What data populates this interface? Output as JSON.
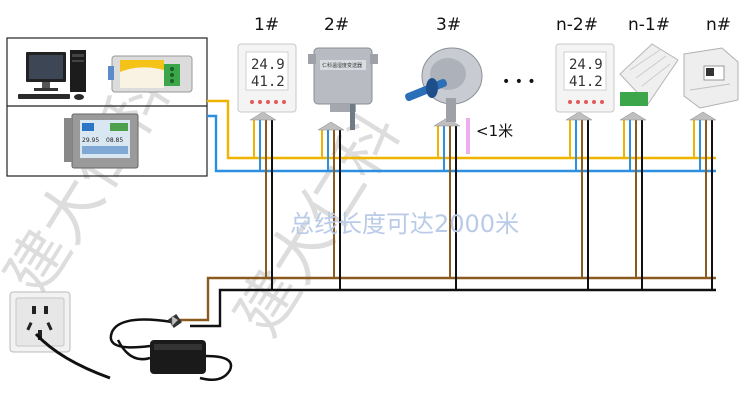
{
  "devices": [
    {
      "label": "1#",
      "kind": "display-sensor",
      "reading_top": "24.9",
      "reading_bottom": "41.2"
    },
    {
      "label": "2#",
      "kind": "wall-transmitter",
      "plate_text": "仁科温湿度变送器"
    },
    {
      "label": "3#",
      "kind": "duct-probe"
    },
    {
      "label": "n-2#",
      "kind": "display-sensor",
      "reading_top": "24.9",
      "reading_bottom": "41.2"
    },
    {
      "label": "n-1#",
      "kind": "rail-module"
    },
    {
      "label": "n#",
      "kind": "box-sensor"
    }
  ],
  "ellipsis": "• • •",
  "branch_note": "<1米",
  "bus_note": "总线长度可达2000米",
  "controller_panels": [
    {
      "items": [
        "desktop-computer",
        "rs485-converter"
      ]
    },
    {
      "items": [
        "touch-screen"
      ],
      "screen_values": [
        "29.95",
        "08.85"
      ]
    }
  ],
  "watermark": "建大仁科",
  "colors": {
    "bus_a": "#f0b400",
    "bus_b": "#2d8fe0",
    "power_pos": "#8b5a1e",
    "power_neg": "#111111",
    "note_blue": "#b9cbe8",
    "branch_pink": "#e78be6"
  }
}
